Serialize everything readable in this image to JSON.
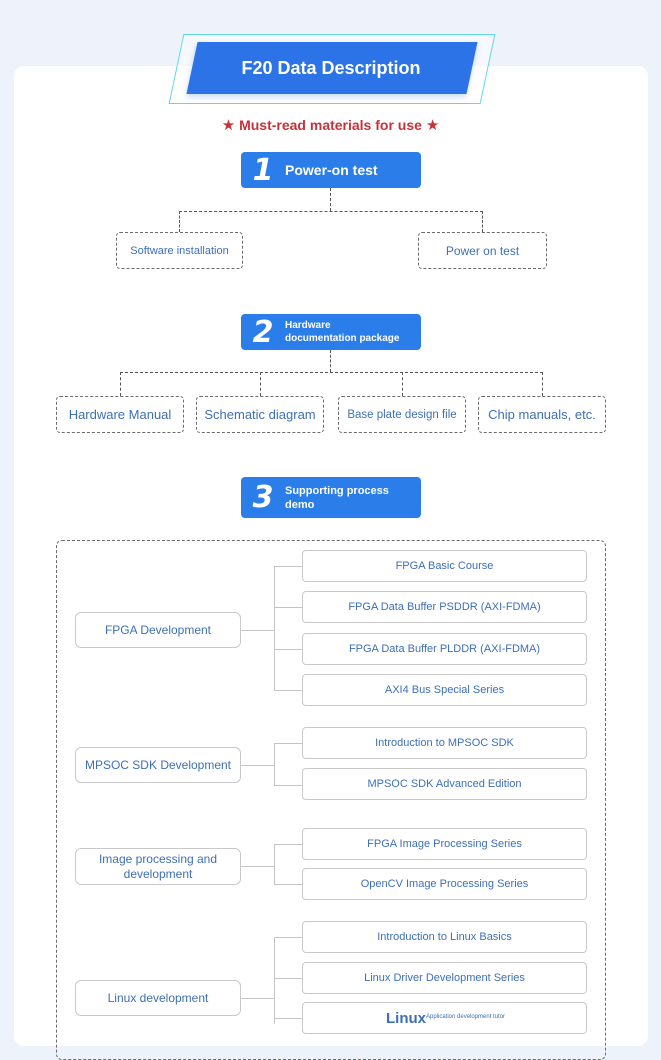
{
  "title": "F20 Data Description",
  "must_read": {
    "star": "★",
    "text": "Must-read materials for use"
  },
  "section1": {
    "num": "1",
    "label": "Power-on test",
    "items": [
      "Software installation",
      "Power on test"
    ]
  },
  "section2": {
    "num": "2",
    "label_line1": "Hardware",
    "label_line2": "documentation package",
    "items": [
      "Hardware Manual",
      "Schematic diagram",
      "Base plate design file",
      "Chip manuals, etc."
    ]
  },
  "section3": {
    "num": "3",
    "label_line1": "Supporting process",
    "label_line2": "demo",
    "groups": [
      {
        "name": "FPGA Development",
        "items": [
          "FPGA Basic Course",
          "FPGA Data Buffer PSDDR (AXI-FDMA)",
          "FPGA Data Buffer PLDDR (AXI-FDMA)",
          "AXI4 Bus Special Series"
        ]
      },
      {
        "name": "MPSOC SDK Development",
        "items": [
          "Introduction to MPSOC SDK",
          "MPSOC SDK Advanced Edition"
        ]
      },
      {
        "name_line1": "Image processing and",
        "name_line2": "development",
        "items": [
          "FPGA Image Processing Series",
          "OpenCV Image Processing Series"
        ]
      },
      {
        "name": "Linux development",
        "items": [
          "Introduction to Linux Basics",
          "Linux Driver Development Series"
        ],
        "logo_text": "Linux",
        "logo_caption": "Application development tutor"
      }
    ]
  },
  "colors": {
    "accent": "#2b7de9",
    "banner": "#2b73e6",
    "text_blue": "#3d6fb8",
    "red": "#c6323a",
    "bg": "#eef3fb"
  }
}
